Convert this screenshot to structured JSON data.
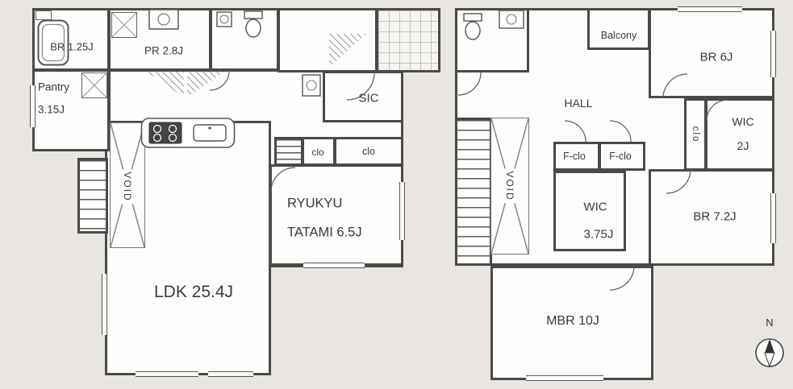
{
  "plan": {
    "floor1": {
      "bathroom": "BR 1.25J",
      "powder_room": "PR 2.8J",
      "pantry_name": "Pantry",
      "pantry_size": "3.15J",
      "shoe_closet": "SIC",
      "closet_small": "clo",
      "closet_large": "clo",
      "tatami_line1": "RYUKYU",
      "tatami_line2": "TATAMI 6.5J",
      "ldk": "LDK 25.4J",
      "void": "VOID"
    },
    "floor2": {
      "balcony": "Balcony",
      "bedroom_6j": "BR 6J",
      "hall": "HALL",
      "wic_2j_line1": "WIC",
      "wic_2j_line2": "2J",
      "closet_vertical": "clo",
      "futon_closet_a": "F-clo",
      "futon_closet_b": "F-clo",
      "wic_375_line1": "WIC",
      "wic_375_line2": "3.75J",
      "bedroom_72j": "BR 7.2J",
      "master_bedroom": "MBR 10J",
      "void": "VOID"
    },
    "compass": {
      "north": "N"
    },
    "colors": {
      "background": "#e9e6e2",
      "wall": "#4a4a4a",
      "room_fill": "#fdfdfc",
      "text": "#3a3a3a"
    }
  }
}
